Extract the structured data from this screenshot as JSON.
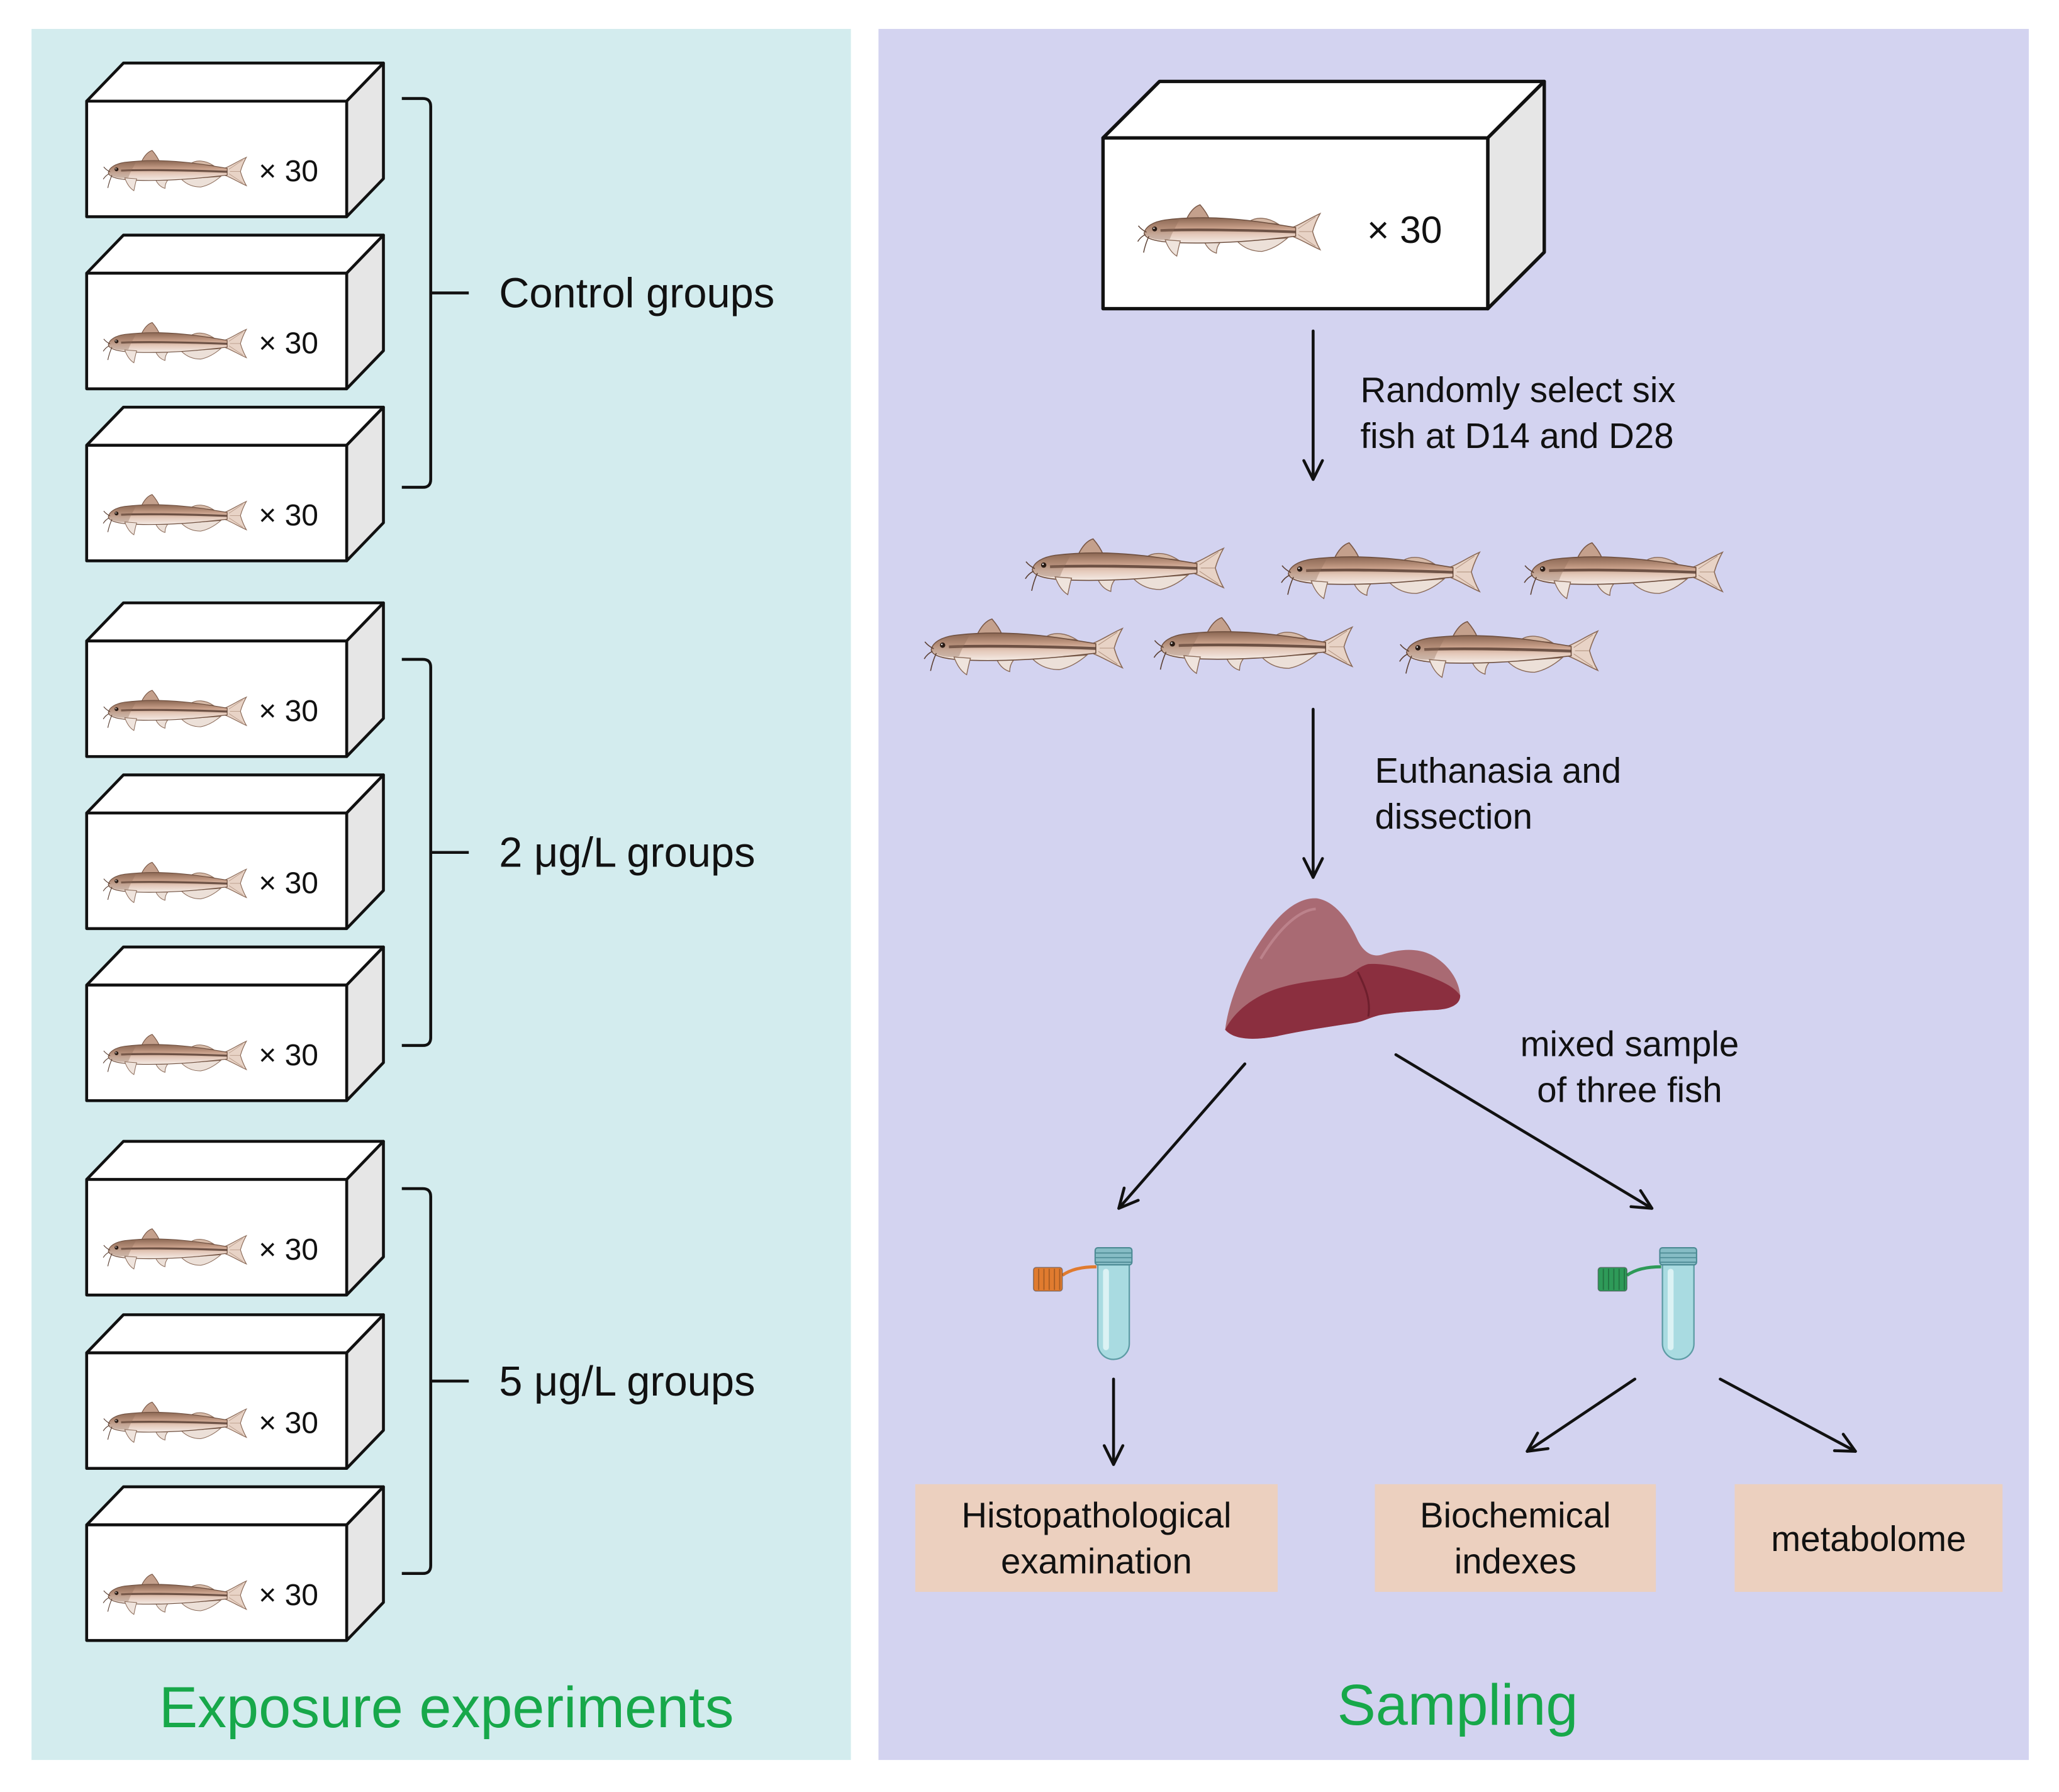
{
  "colors": {
    "exposure_panel": "#d3ecee",
    "sampling_panel": "#d3d3f0",
    "title_green": "#17a84a",
    "output_box": "#ecd0bf",
    "tank_side": "#e6e6e6",
    "liver_top": "#a96a73",
    "liver_bottom": "#8b2f3f",
    "tube_cap_histology": "#e07b2f",
    "tube_cap_biochem": "#2e9a58"
  },
  "icons": {
    "fish": "fish-icon",
    "liver": "liver-icon",
    "tube": "sample-tube-icon"
  },
  "exposure": {
    "title": "Exposure experiments",
    "groups": [
      {
        "label": "Control groups",
        "tanks": [
          "× 30",
          "× 30",
          "× 30"
        ]
      },
      {
        "label": "2 μg/L groups",
        "tanks": [
          "× 30",
          "× 30",
          "× 30"
        ]
      },
      {
        "label": "5 μg/L groups",
        "tanks": [
          "× 30",
          "× 30",
          "× 30"
        ]
      }
    ]
  },
  "sampling": {
    "title": "Sampling",
    "tank_label": "× 30",
    "select_step": [
      "Randomly select six",
      "fish at D14 and D28"
    ],
    "dissection_step": [
      "Euthanasia and",
      "dissection"
    ],
    "pooling_note": [
      "mixed sample",
      "of three fish"
    ],
    "outputs": [
      {
        "lines": [
          "Histopathological",
          "examination"
        ]
      },
      {
        "lines": [
          "Biochemical",
          "indexes"
        ]
      },
      {
        "lines": [
          "metabolome"
        ]
      }
    ]
  }
}
